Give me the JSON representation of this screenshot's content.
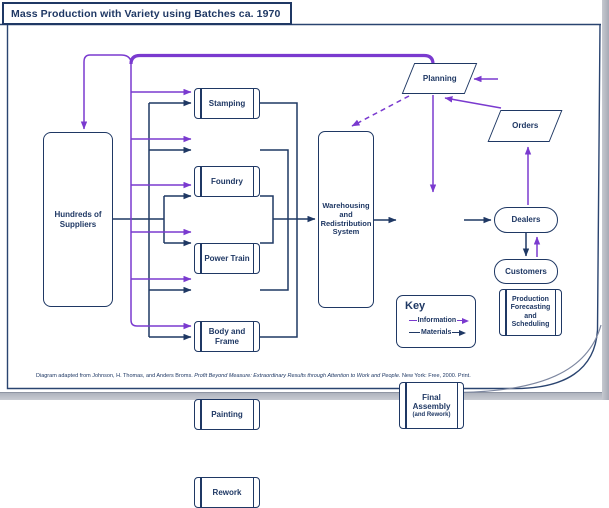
{
  "title": "Mass Production with Variety using Batches ca. 1970",
  "colors": {
    "navy": "#1F3864",
    "purple": "#7A3ACF",
    "frame": "#1F3864",
    "shadow": "#aeb3bd"
  },
  "nodes": {
    "suppliers": {
      "label": "Hundreds of\nSuppliers"
    },
    "stamping": {
      "label": "Stamping"
    },
    "foundry": {
      "label": "Foundry"
    },
    "power_train": {
      "label": "Power Train"
    },
    "body_frame": {
      "label": "Body and\nFrame"
    },
    "painting": {
      "label": "Painting"
    },
    "rework": {
      "label": "Rework"
    },
    "warehousing": {
      "label": "Warehousing\nand\nRedistribution\nSystem"
    },
    "final_assembly": {
      "label": "Final\nAssembly",
      "sublabel": "(and Rework)"
    },
    "planning": {
      "label": "Planning"
    },
    "forecasting": {
      "label": "Production\nForecasting\nand\nScheduling"
    },
    "orders": {
      "label": "Orders"
    },
    "dealers": {
      "label": "Dealers"
    },
    "customers": {
      "label": "Customers"
    }
  },
  "key": {
    "title": "Key",
    "items": [
      {
        "label": "Information",
        "color": "#7A3ACF"
      },
      {
        "label": "Materials",
        "color": "#1F3864"
      }
    ]
  },
  "footer": {
    "pre": "Diagram adapted from Johnson, H. Thomas, and Anders Broms. ",
    "title_italic": "Profit Beyond Measure: Extraordinary Results through Attention to Work and People.",
    "post": " New York: Free, 2000. Print."
  }
}
